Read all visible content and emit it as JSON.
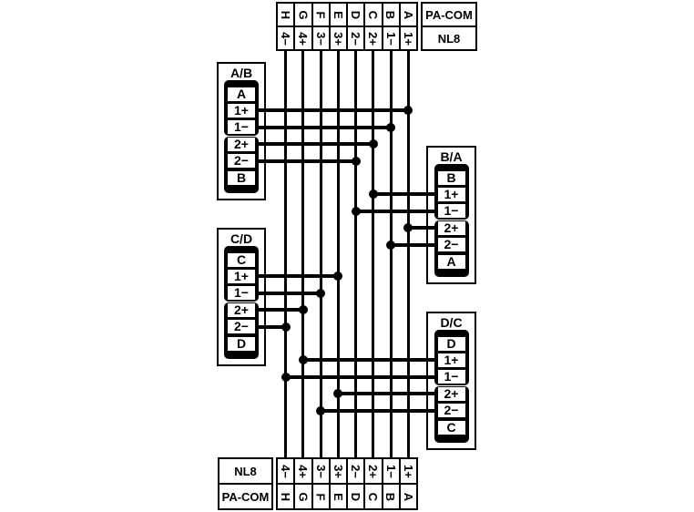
{
  "colors": {
    "ink": "#000000",
    "paper": "#ffffff"
  },
  "top_header": {
    "conductors": [
      "H",
      "G",
      "F",
      "E",
      "D",
      "C",
      "B",
      "A"
    ],
    "circuits": [
      "4−",
      "4+",
      "3−",
      "3+",
      "2−",
      "2+",
      "1−",
      "1+"
    ],
    "right_labels": [
      "PA-COM",
      "NL8"
    ]
  },
  "bottom_header": {
    "circuits": [
      "4−",
      "4+",
      "3−",
      "3+",
      "2−",
      "2+",
      "1−",
      "1+"
    ],
    "conductors": [
      "H",
      "G",
      "F",
      "E",
      "D",
      "C",
      "B",
      "A"
    ],
    "left_labels": [
      "NL8",
      "PA-COM"
    ]
  },
  "connectors": [
    {
      "title": "A/B",
      "cells": [
        "A",
        "1+",
        "1−",
        "2+",
        "2−",
        "B"
      ]
    },
    {
      "title": "B/A",
      "cells": [
        "B",
        "1+",
        "1−",
        "2+",
        "2−",
        "A"
      ]
    },
    {
      "title": "C/D",
      "cells": [
        "C",
        "1+",
        "1−",
        "2+",
        "2−",
        "D"
      ]
    },
    {
      "title": "D/C",
      "cells": [
        "D",
        "1+",
        "1−",
        "2+",
        "2−",
        "C"
      ]
    }
  ],
  "connections": [
    {
      "connector": "A/B",
      "terminal": "1+",
      "conductor": "A"
    },
    {
      "connector": "A/B",
      "terminal": "1−",
      "conductor": "B"
    },
    {
      "connector": "A/B",
      "terminal": "2+",
      "conductor": "C"
    },
    {
      "connector": "A/B",
      "terminal": "2−",
      "conductor": "D"
    },
    {
      "connector": "B/A",
      "terminal": "1+",
      "conductor": "C"
    },
    {
      "connector": "B/A",
      "terminal": "1−",
      "conductor": "D"
    },
    {
      "connector": "B/A",
      "terminal": "2+",
      "conductor": "A"
    },
    {
      "connector": "B/A",
      "terminal": "2−",
      "conductor": "B"
    },
    {
      "connector": "C/D",
      "terminal": "1+",
      "conductor": "E"
    },
    {
      "connector": "C/D",
      "terminal": "1−",
      "conductor": "F"
    },
    {
      "connector": "C/D",
      "terminal": "2+",
      "conductor": "G"
    },
    {
      "connector": "C/D",
      "terminal": "2−",
      "conductor": "H"
    },
    {
      "connector": "D/C",
      "terminal": "1+",
      "conductor": "G"
    },
    {
      "connector": "D/C",
      "terminal": "1−",
      "conductor": "H"
    },
    {
      "connector": "D/C",
      "terminal": "2+",
      "conductor": "E"
    },
    {
      "connector": "D/C",
      "terminal": "2−",
      "conductor": "F"
    }
  ]
}
